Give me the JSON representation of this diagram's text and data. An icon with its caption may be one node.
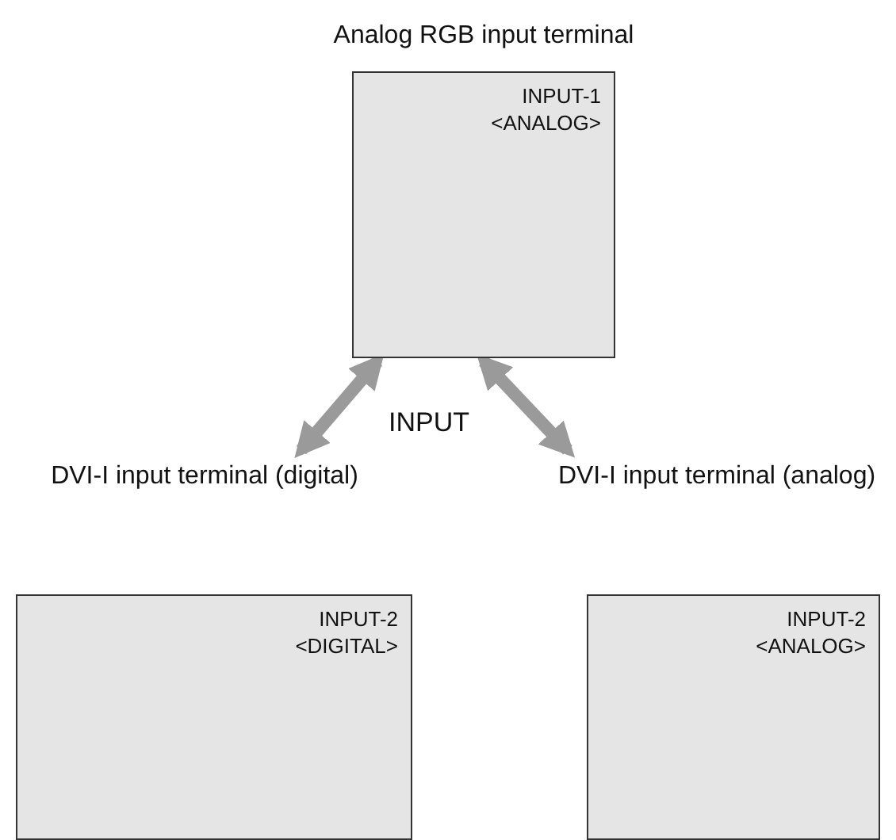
{
  "diagram": {
    "nodes": [
      {
        "text": [
          "Analog RGB input terminal",
          "INPUT-1 <ANALOG>"
        ]
      },
      {
        "text": [
          "DVI-I input terminal (digital)",
          "INPUT-2 <DIGITAL>"
        ]
      },
      {
        "text": [
          "DVI-I input terminal (analog)",
          "INPUT-2 <ANALOG>"
        ]
      }
    ],
    "edges": [
      {
        "from": 0,
        "to": 1,
        "arrow": "both"
      },
      {
        "from": 0,
        "to": 2,
        "arrow": "both"
      }
    ],
    "labels": [
      "INPUT"
    ]
  }
}
